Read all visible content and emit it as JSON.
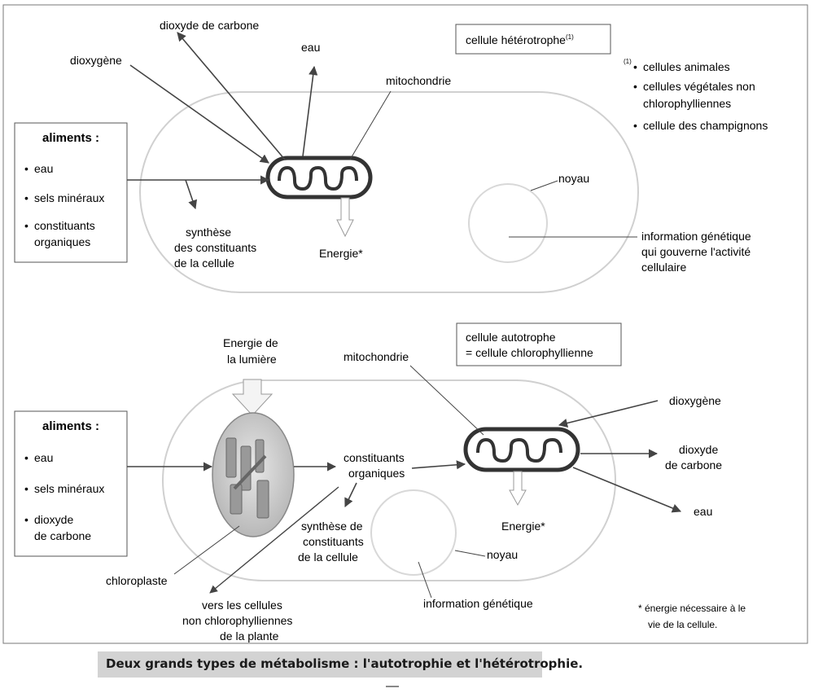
{
  "top_panel": {
    "type_box": "cellule hétérotrophe",
    "type_box_sup": "(1)",
    "footnote_marker": "(1)",
    "footnote_items": [
      "cellules animales",
      "cellules végétales non",
      "chlorophylliennes",
      "cellule des champignons"
    ],
    "foods_title": "aliments :",
    "foods": [
      "eau",
      "sels minéraux",
      "constituants",
      "organiques"
    ],
    "labels": {
      "dioxygene": "dioxygène",
      "co2": "dioxyde de carbone",
      "eau": "eau",
      "mitochondrie": "mitochondrie",
      "noyau": "noyau",
      "synthese": [
        "synthèse",
        "des constituants",
        "de la cellule"
      ],
      "energie": "Energie*",
      "info": [
        "information génétique",
        "qui gouverne l'activité",
        "cellulaire"
      ]
    }
  },
  "bottom_panel": {
    "type_box": [
      "cellule autotrophe",
      "= cellule chlorophyllienne"
    ],
    "foods_title": "aliments :",
    "foods": [
      "eau",
      "sels minéraux",
      "dioxyde",
      "de carbone"
    ],
    "labels": {
      "lumiere": [
        "Energie de",
        "la lumière"
      ],
      "mitochondrie": "mitochondrie",
      "dioxygene": "dioxygène",
      "co2": [
        "dioxyde",
        "de carbone"
      ],
      "eau": "eau",
      "constituants": [
        "constituants",
        "organiques"
      ],
      "synthese": [
        "synthèse de",
        "constituants",
        "de la cellule"
      ],
      "noyau": "noyau",
      "energie": "Energie*",
      "chloroplaste": "chloroplaste",
      "vers": [
        "vers les cellules",
        "non chlorophylliennes",
        "de la plante"
      ],
      "info": "information génétique",
      "footnote": [
        "* énergie nécessaire à le",
        "vie de la cellule."
      ]
    }
  },
  "caption": "Deux grands types de métabolisme : l'autotrophie et l'hétérotrophie."
}
